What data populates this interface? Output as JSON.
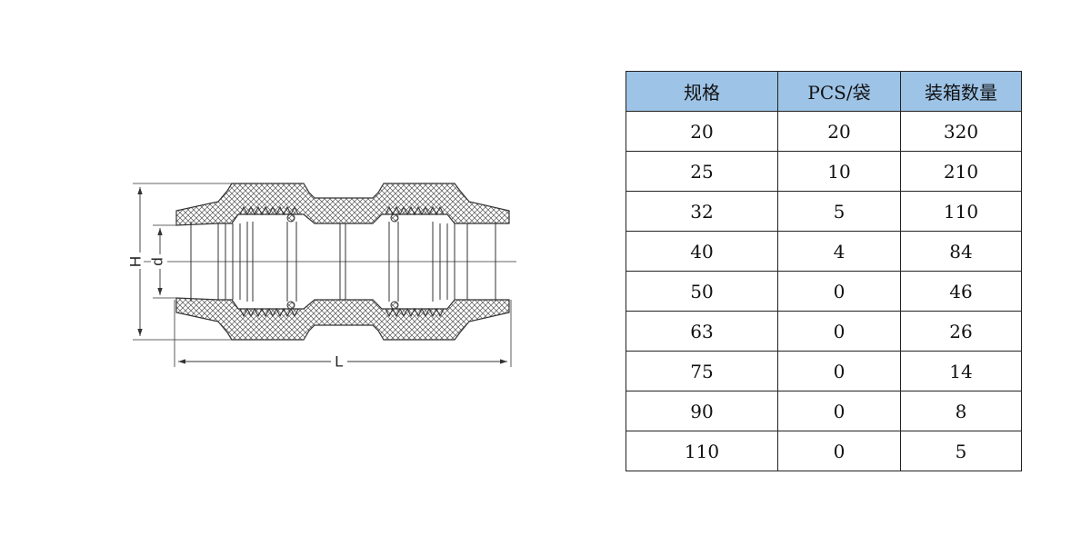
{
  "drawing": {
    "dim_H": "H",
    "dim_d": "d",
    "dim_L": "L"
  },
  "table": {
    "header_bg": "#9dc3e6",
    "headers": [
      "规格",
      "PCS/袋",
      "装箱数量"
    ],
    "rows": [
      [
        "20",
        "20",
        "320"
      ],
      [
        "25",
        "10",
        "210"
      ],
      [
        "32",
        "5",
        "110"
      ],
      [
        "40",
        "4",
        "84"
      ],
      [
        "50",
        "0",
        "46"
      ],
      [
        "63",
        "0",
        "26"
      ],
      [
        "75",
        "0",
        "14"
      ],
      [
        "90",
        "0",
        "8"
      ],
      [
        "110",
        "0",
        "5"
      ]
    ]
  }
}
